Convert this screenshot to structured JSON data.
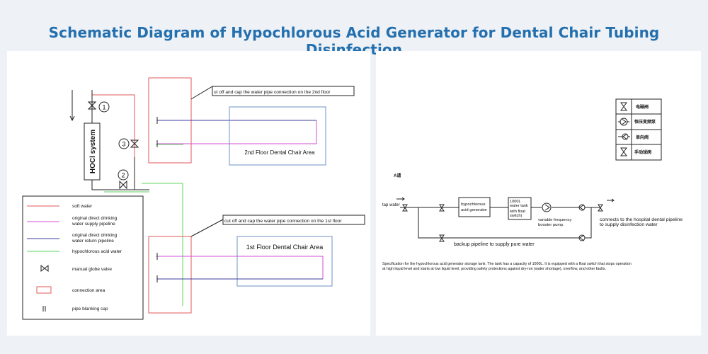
{
  "title": "Schematic Diagram of Hypochlorous Acid Generator for Dental Chair Tubing Disinfection",
  "colors": {
    "title": "#2470ae",
    "soft_water": "#e05a5a",
    "direct_supply": "#d24fd6",
    "direct_return": "#3c3c9e",
    "hocl": "#5ed65e",
    "area_box": "#6f92c4",
    "line": "#222222"
  },
  "left": {
    "callout_2nd": "ut off and cap the water pipe connection on the 2nd floor",
    "callout_1st": "cut off and cap the water pipe connection on the 1st floor",
    "area_2nd": "2nd Floor Dental Chair Area",
    "area_1st": "1st Floor Dental Chair Area",
    "system_label": "HOCl system",
    "markers": [
      "1",
      "2",
      "3"
    ],
    "legend": {
      "soft_water": "soft water",
      "direct_supply": [
        "original direct drinking",
        "water supply pipeline"
      ],
      "direct_return": [
        "original direct drinking",
        "water return pipeline"
      ],
      "hocl": "hypochlorous acid water",
      "globe_valve": "manual globe valve",
      "connection_area": "connection area",
      "blanking_cap": "pipe blanking cap"
    }
  },
  "right": {
    "symbol_legend": [
      "电磁阀",
      "恒压变频泵",
      "单向阀",
      "手动球阀"
    ],
    "marker": "A请",
    "tap_water": "tap water",
    "generator": [
      "hypochlorous",
      "acid generator"
    ],
    "tank": [
      "1000L",
      "water tank",
      "with float",
      "switch)"
    ],
    "pump": [
      "variable frequency",
      "booster pump"
    ],
    "connects": [
      "connects to the hospital dental pipeline",
      "to supply disinfection water"
    ],
    "backup": "backup pipeline to supply pure water",
    "spec": [
      "Specification for the hypochlorous acid generator storage tank: The tank has a capacity of 1000L. It is equipped with a float switch that stops operation",
      "at high liquid level and starts at low liquid level, providing safety protections against dry-run (water shortage), overflow, and other faults."
    ]
  }
}
